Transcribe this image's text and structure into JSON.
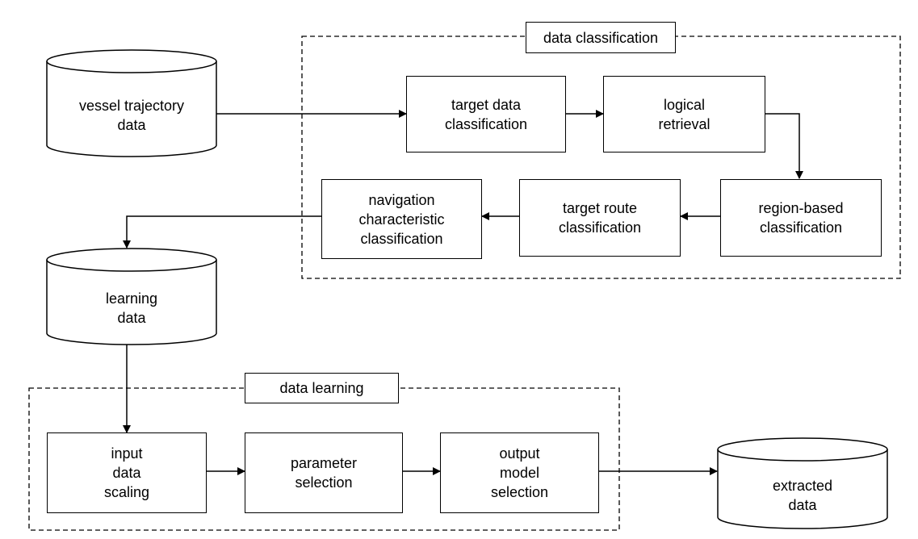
{
  "groups": {
    "classification": {
      "label": "data classification"
    },
    "learning": {
      "label": "data learning"
    }
  },
  "stores": {
    "vessel_trajectory": "vessel trajectory\ndata",
    "learning_data": "learning\ndata",
    "extracted": "extracted\ndata"
  },
  "steps": {
    "target_data_classification": "target data\nclassification",
    "logical_retrieval": "logical\nretrieval",
    "region_based_classification": "region-based\nclassification",
    "target_route_classification": "target route\nclassification",
    "navigation_characteristic_classification": "navigation\ncharacteristic\nclassification",
    "input_data_scaling": "input\ndata\nscaling",
    "parameter_selection": "parameter\nselection",
    "output_model_selection": "output\nmodel\nselection"
  },
  "colors": {
    "stroke": "#000000",
    "background": "#ffffff"
  }
}
